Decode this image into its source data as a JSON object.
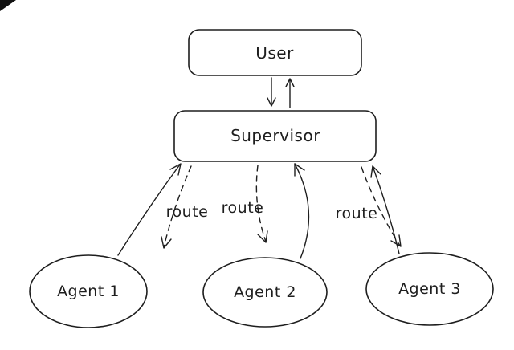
{
  "diagram": {
    "nodes": {
      "user": {
        "label": "User"
      },
      "supervisor": {
        "label": "Supervisor"
      },
      "agent1": {
        "label": "Agent 1"
      },
      "agent2": {
        "label": "Agent 2"
      },
      "agent3": {
        "label": "Agent 3"
      }
    },
    "edge_labels": {
      "route1": "route",
      "route2": "route",
      "route3": "route"
    },
    "colors": {
      "stroke": "#1e1e1e",
      "background": "#ffffff"
    }
  }
}
